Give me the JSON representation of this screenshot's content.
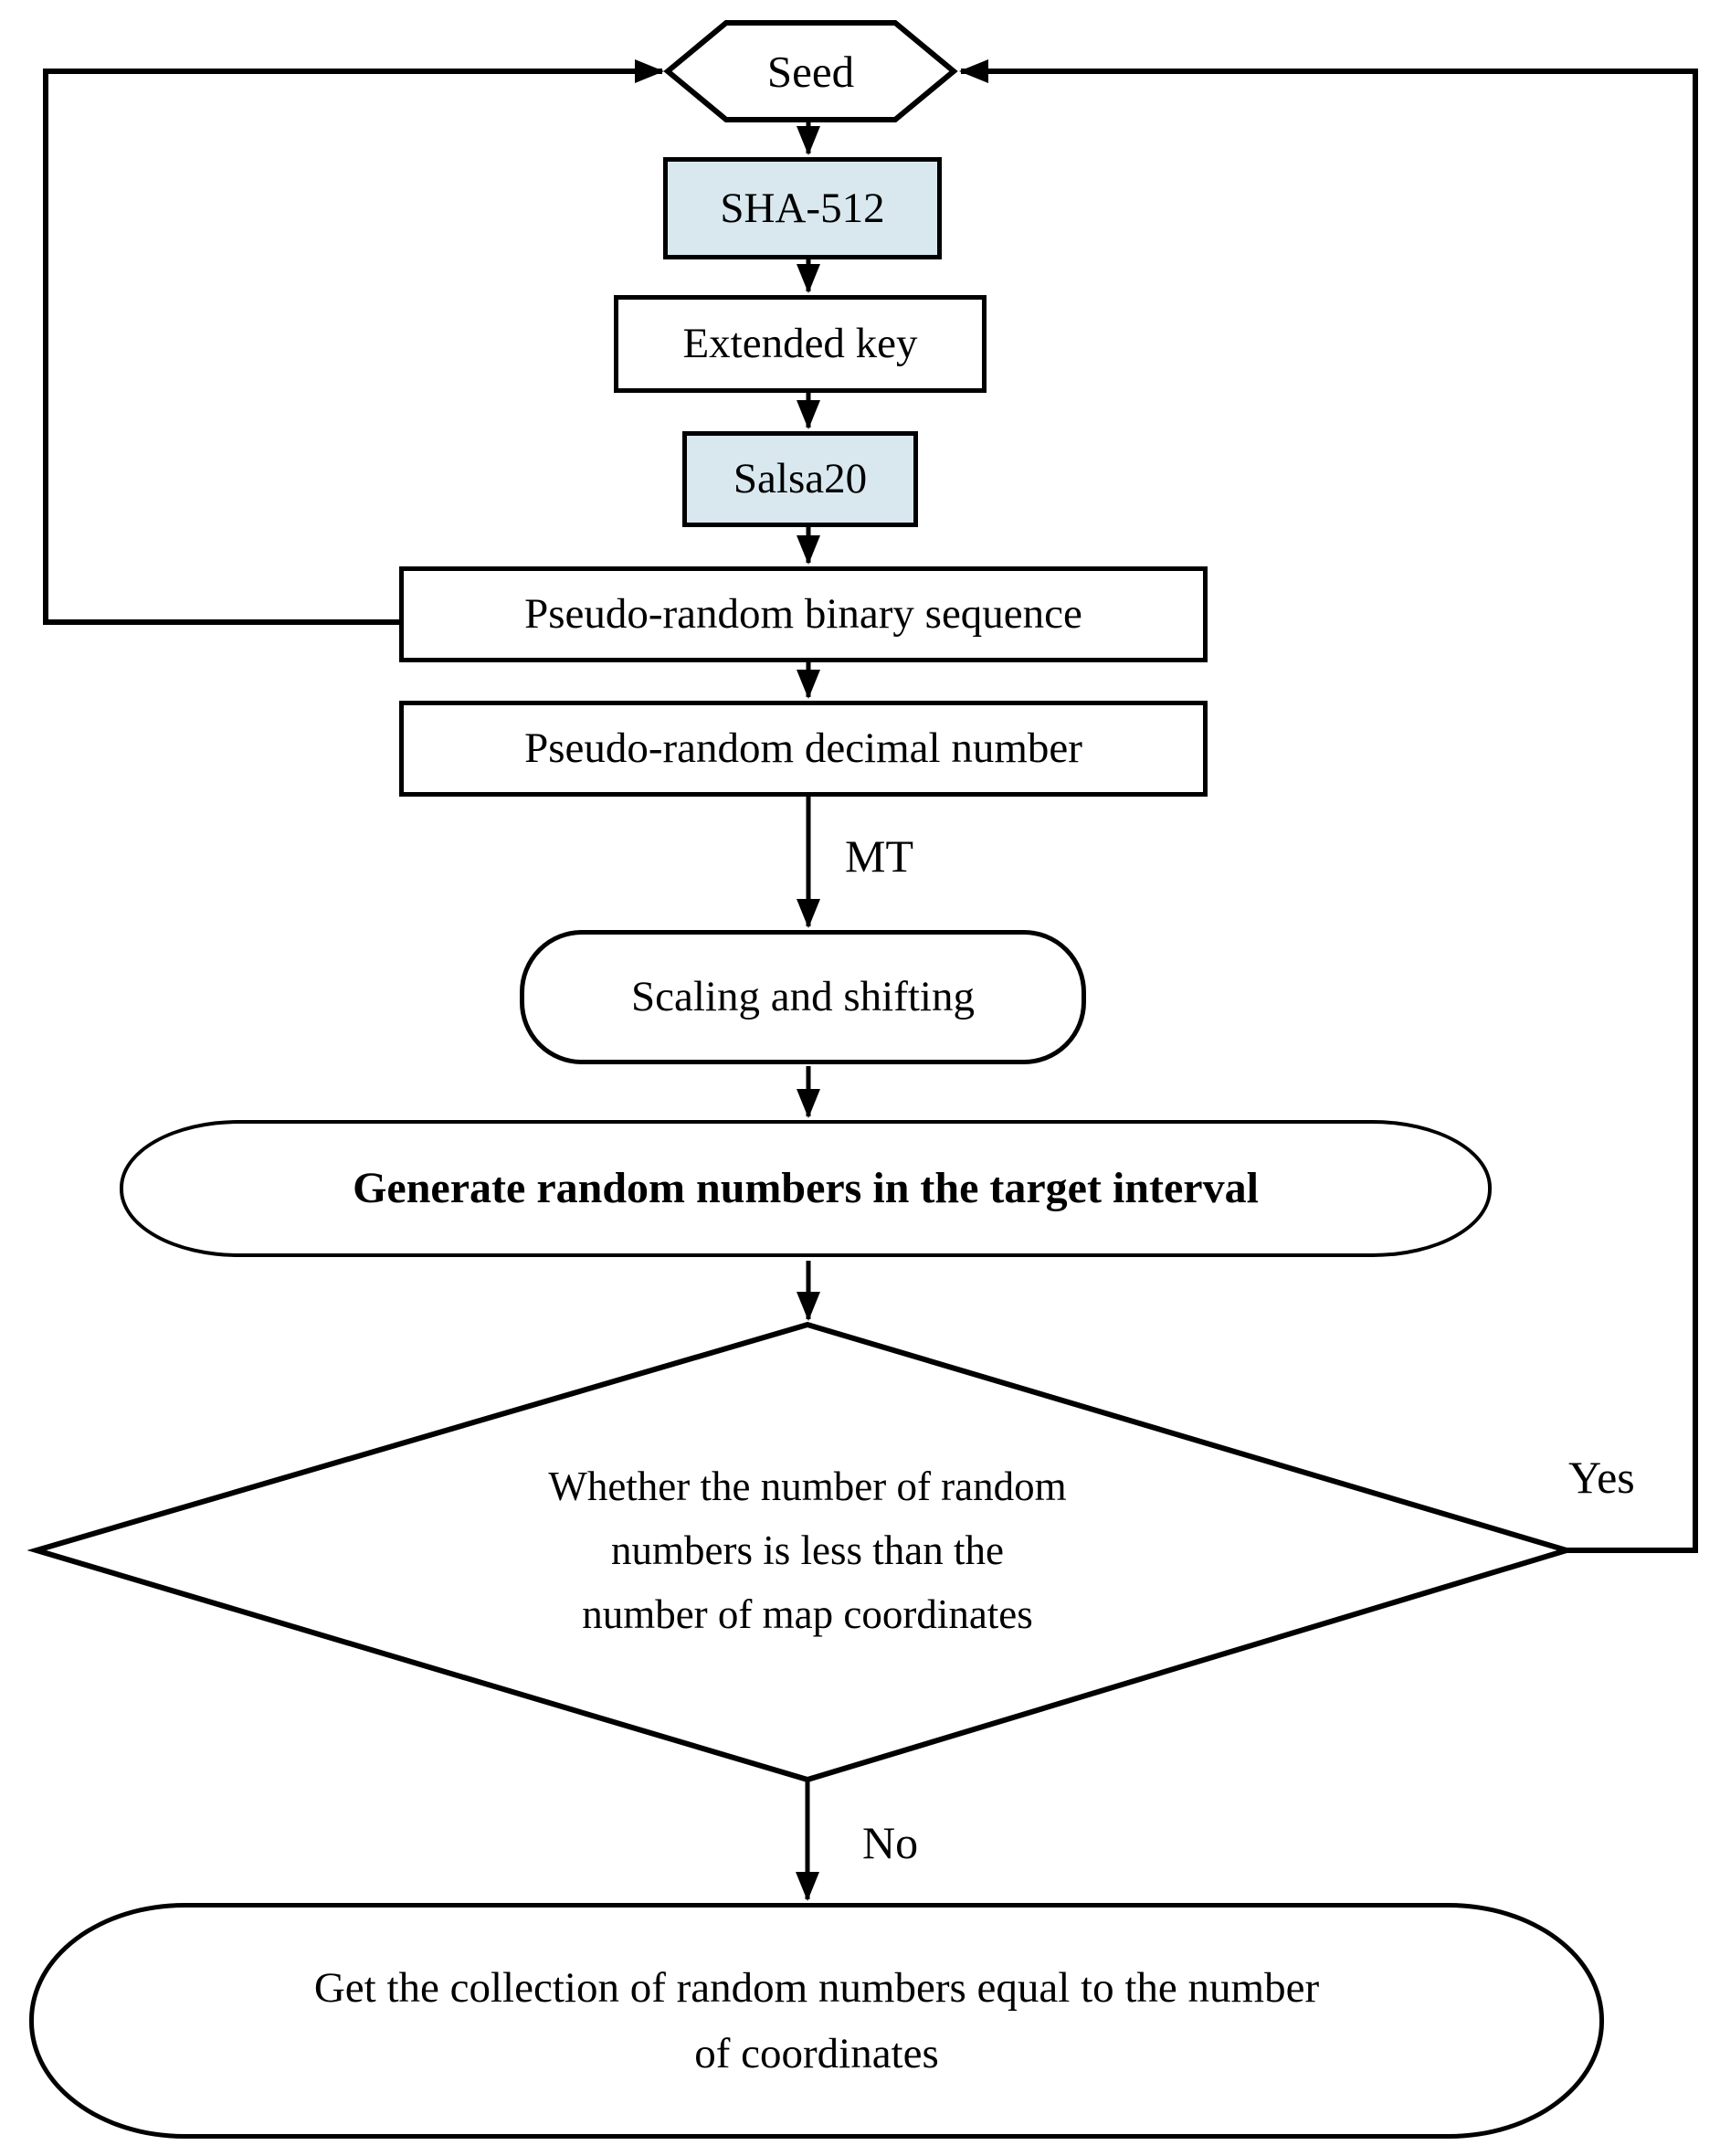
{
  "diagram": {
    "nodes": {
      "seed": {
        "label": "Seed"
      },
      "sha512": {
        "label": "SHA-512"
      },
      "extended_key": {
        "label": "Extended key"
      },
      "salsa20": {
        "label": "Salsa20"
      },
      "binary_sequence": {
        "label": "Pseudo-random binary sequence"
      },
      "decimal_number": {
        "label": "Pseudo-random decimal number"
      },
      "scaling": {
        "label": "Scaling and shifting"
      },
      "generate": {
        "label": "Generate random numbers in the target interval"
      },
      "decision": {
        "lines": [
          "Whether the number of random",
          "numbers is less than the",
          "number of map coordinates"
        ]
      },
      "result": {
        "lines": [
          "Get the collection of random numbers equal to the number",
          "of coordinates"
        ]
      }
    },
    "edge_labels": {
      "mt": "MT",
      "yes": "Yes",
      "no": "No"
    },
    "colors": {
      "node_highlight_fill": "#d9e8ef",
      "stroke": "#000000",
      "background": "#ffffff"
    }
  }
}
